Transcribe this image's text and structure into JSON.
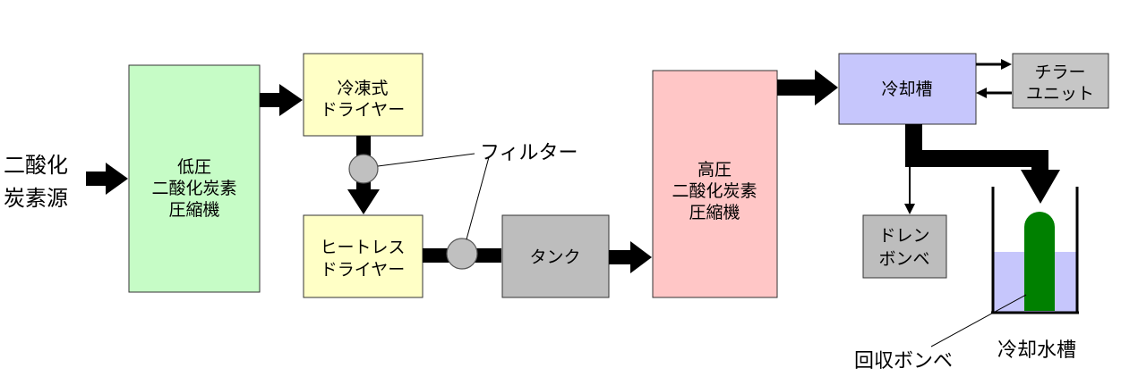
{
  "source": {
    "line1": "二酸化",
    "line2": "炭素源"
  },
  "low_pressure_compressor": {
    "line1": "低圧",
    "line2": "二酸化炭素",
    "line3": "圧縮機"
  },
  "refrigerated_dryer": {
    "line1": "冷凍式",
    "line2": "ドライヤー"
  },
  "heatless_dryer": {
    "line1": "ヒートレス",
    "line2": "ドライヤー"
  },
  "filter_label": "フィルター",
  "tank_label": "タンク",
  "high_pressure_compressor": {
    "line1": "高圧",
    "line2": "二酸化炭素",
    "line3": "圧縮機"
  },
  "cooling_tank_label": "冷却槽",
  "chiller_unit": {
    "line1": "チラー",
    "line2": "ユニット"
  },
  "drain_cylinder": {
    "line1": "ドレン",
    "line2": "ボンベ"
  },
  "recovery_cylinder_label": "回収ボンベ",
  "cooling_water_tank_label": "冷却水槽",
  "colors": {
    "low_pressure_compressor": "#c6fcc6",
    "dryer": "#ffffc6",
    "tank": "#bdbdbd",
    "high_pressure_compressor": "#ffc6c6",
    "cooling_tank": "#c6c6fc",
    "chiller": "#c6c6c6",
    "drain": "#bdbdbd",
    "water": "#c6c6fc",
    "recovery_cylinder": "#008000",
    "filter": "#c0c0c0"
  }
}
